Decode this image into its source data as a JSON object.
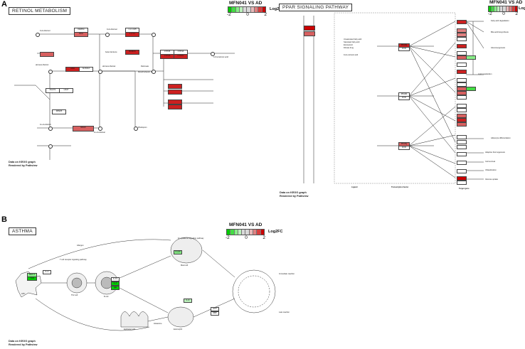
{
  "panelA": {
    "letter": "A",
    "retinol": {
      "title": "RETINOL METABOLISM",
      "footer": [
        "Data on KEGG graph",
        "Rendered by Pathview"
      ]
    },
    "ppar": {
      "title": "PPAR SIGNALING PATHWAY",
      "footer": [
        "Data on KEGG graph",
        "Rendered by Pathview"
      ]
    },
    "axis_labels": [
      "Ligand",
      "Transcription factor",
      "Target gene"
    ]
  },
  "panelB": {
    "letter": "B",
    "asthma": {
      "title": "ASTHMA",
      "footer": [
        "Data on KEGG graph",
        "Rendered by Pathview"
      ]
    }
  },
  "legend": {
    "title": "MFN041 VS AD",
    "axis": "Log2FC",
    "ticks": [
      "-2",
      "0",
      "2"
    ],
    "colors": [
      "#00cc00",
      "#44dd44",
      "#88ee88",
      "#bbf0bb",
      "#d8d8d8",
      "#d8d8d8",
      "#e8b8b8",
      "#e08080",
      "#d84040",
      "#cc0000"
    ]
  },
  "retinol_nodes": [
    {
      "label": "DHRS4"
    },
    {
      "label": "RDH"
    },
    {
      "label": "1.1.1.105"
    },
    {
      "label": "1.2.3.1"
    },
    {
      "label": "CYP26"
    },
    {
      "label": "CYP4A"
    },
    {
      "label": "CYP3A"
    },
    {
      "label": "CYP2C"
    },
    {
      "label": "LRAT"
    },
    {
      "label": "DGAT1"
    },
    {
      "label": "RPE65"
    },
    {
      "label": "BCMO1"
    },
    {
      "label": "ADH"
    },
    {
      "label": "ALDH1A"
    },
    {
      "label": "RDH5"
    }
  ],
  "retinol_compounds": [
    "9-cis-Retinal",
    "9-cis-Retinol",
    "all-trans-Retinol",
    "all-trans-Retinal",
    "Retinoate",
    "11-cis-Retinal",
    "11-cis-Retinol",
    "Rhodopsin",
    "beta-Carotene",
    "Metarhodopsin II",
    "4-Oxoretinoic acid"
  ],
  "ppar_targets": [
    "Fatty acid degradation",
    "Bile acid biosynthesis",
    "Gluconeogenesis",
    "Lipid metabolism",
    "Adipocyte differentiation",
    "Adaptive thermogenesis",
    "Cell survival",
    "Ubiquitination",
    "Glucose uptake"
  ],
  "ppar_ligands": [
    "Unsaturated fatty acid",
    "Saturated fatty acid",
    "Eicosanoid",
    "Fibrate drug",
    "9-cis-retinoic acid"
  ],
  "ppar_tfs": [
    "PPARa",
    "RXR",
    "PPARb",
    "PPARg"
  ],
  "asthma_nodes": [
    {
      "label": "MHC II"
    },
    {
      "label": "TCR"
    },
    {
      "label": "IL-4"
    },
    {
      "label": "IL-13"
    },
    {
      "label": "IL-5"
    },
    {
      "label": "IgE"
    },
    {
      "label": "FceRI"
    },
    {
      "label": "IL-9"
    },
    {
      "label": "EPX"
    },
    {
      "label": "MBP"
    }
  ],
  "asthma_labels": [
    "Allergen",
    "APC",
    "Th2 cell",
    "B cell",
    "Mast cell",
    "Eosinophil",
    "Epithelial cells",
    "Immediate reaction",
    "Late reaction",
    "Histamine",
    "Fc epsilon RI signaling pathway",
    "T cell receptor signaling pathway"
  ]
}
